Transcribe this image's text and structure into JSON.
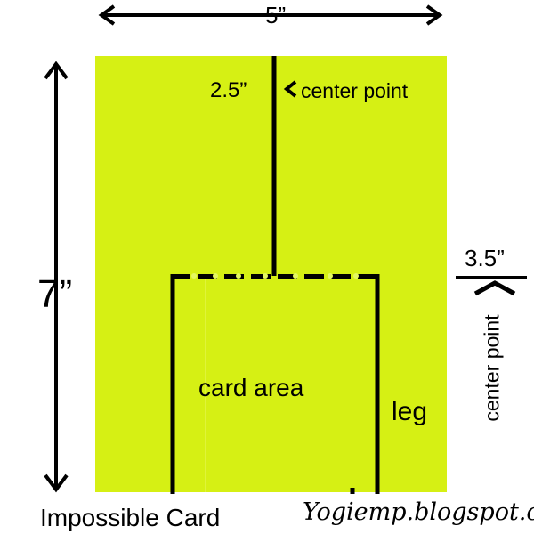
{
  "colors": {
    "card": "#d6f014",
    "line": "#000000"
  },
  "labels": {
    "width": "5”",
    "height": "7”",
    "half_width": "2.5”",
    "center_point_top": "center point",
    "half_height": "3.5”",
    "center_point_side": "center point",
    "card_area": "card area",
    "leg": "leg",
    "title": "Impossible Card",
    "watermark": "Yogiemp.blogspot.ca"
  }
}
